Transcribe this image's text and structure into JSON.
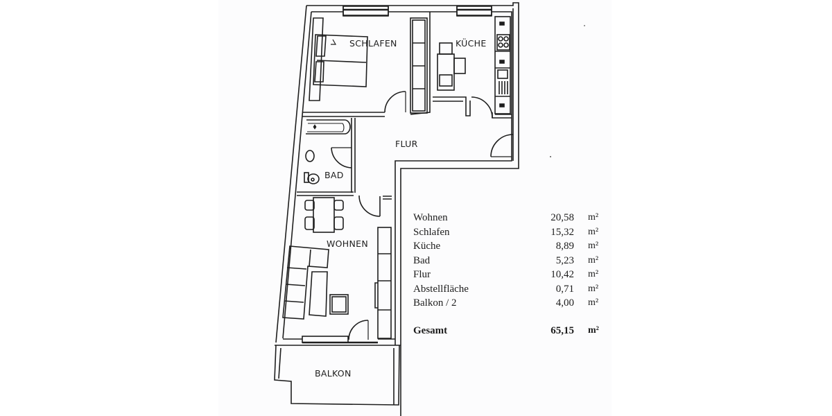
{
  "plan": {
    "rooms": {
      "schlafen": "SCHLAFEN",
      "kueche": "KÜCHE",
      "flur": "FLUR",
      "bad": "BAD",
      "wohnen": "WOHNEN",
      "balkon": "BALKON"
    },
    "line_color": "#1e1e1e",
    "paper_color": "#fcfcfd"
  },
  "areas": {
    "rows": [
      {
        "label": "Wohnen",
        "value": "20,58",
        "unit": "m²"
      },
      {
        "label": "Schlafen",
        "value": "15,32",
        "unit": "m²"
      },
      {
        "label": "Küche",
        "value": "8,89",
        "unit": "m²"
      },
      {
        "label": "Bad",
        "value": "5,23",
        "unit": "m²"
      },
      {
        "label": "Flur",
        "value": "10,42",
        "unit": "m²"
      },
      {
        "label": "Abstellfläche",
        "value": "0,71",
        "unit": "m²"
      },
      {
        "label": "Balkon / 2",
        "value": "4,00",
        "unit": "m²"
      }
    ],
    "total": {
      "label": "Gesamt",
      "value": "65,15",
      "unit": "m²"
    }
  }
}
